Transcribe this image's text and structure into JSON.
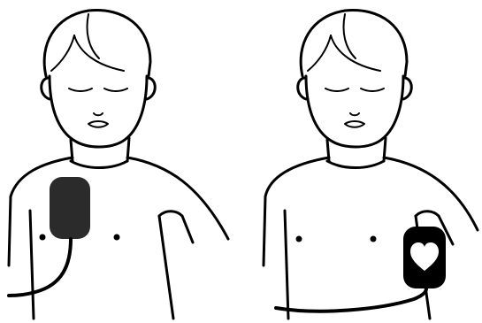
{
  "illustration": {
    "panels": [
      {
        "subject": "child-front-view",
        "pad_placement": "center-chest"
      },
      {
        "subject": "child-front-view",
        "pad_placement": "left-side-back"
      }
    ],
    "colors": {
      "ink": "#000000",
      "pad_front": "#2b2b2b",
      "pad_back": "#000000",
      "heart": "#ffffff",
      "background": "#ffffff"
    },
    "icons": [
      "electrode-pad-icon",
      "heart-icon"
    ]
  }
}
